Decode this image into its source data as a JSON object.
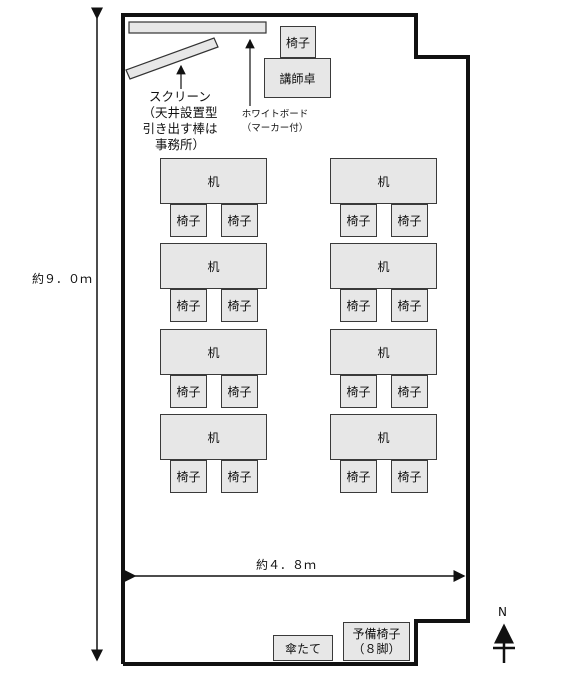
{
  "room": {
    "width_label": "約４．８ｍ",
    "height_label": "約９．０ｍ"
  },
  "front": {
    "teacher_chair": "椅子",
    "teacher_desk": "講師卓",
    "screen_label": [
      "スクリーン",
      "（天井設置型",
      "引き出す棒は",
      "事務所）"
    ],
    "whiteboard_label": [
      "ホワイトボード",
      "（マーカー付）"
    ]
  },
  "desk_label": "机",
  "chair_label": "椅子",
  "back": {
    "umbrella_stand": "傘たて",
    "spare_chairs": [
      "予備椅子",
      "（８脚）"
    ]
  },
  "compass": {
    "north": "N"
  }
}
